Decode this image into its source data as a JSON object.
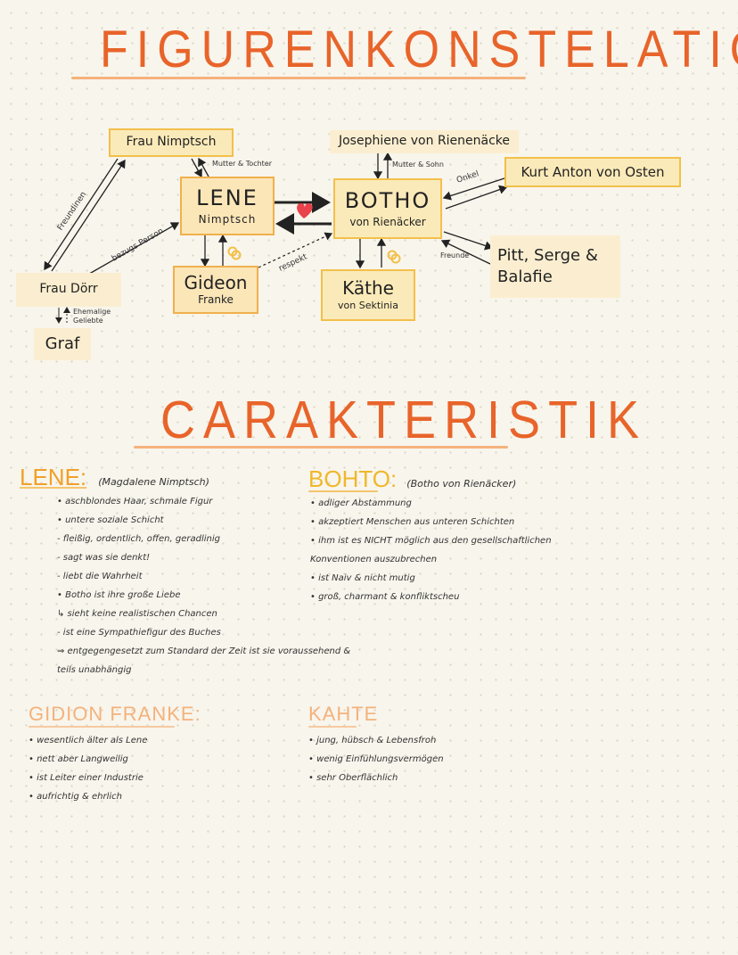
{
  "titles": {
    "figurenkonstellation": "FIGURENKONSTELATIO",
    "charakteristik": "CARAKTERISTIK"
  },
  "nodes": {
    "frau_nimptsch": "Frau Nimptsch",
    "lene_name": "LENE",
    "lene_sub": "Nimptsch",
    "josephine": "Josephiene von Rienenäcke",
    "botho_name": "BOTHO",
    "botho_sub": "von Rienäcker",
    "kurt": "Kurt Anton von Osten",
    "frau_doerr": "Frau Dörr",
    "graf": "Graf",
    "gideon_name": "Gideon",
    "gideon_sub": "Franke",
    "kaethe_name": "Käthe",
    "kaethe_sub": "von Sektinia",
    "pitt": "Pitt, Serge &",
    "pitt2": "Balafie"
  },
  "relations": {
    "mutter_tochter": "Mutter & Tochter",
    "mutter_sohn": "Mutter & Sohn",
    "onkel": "Onkel",
    "freundinen": "Freundinen",
    "bezugsperson": "bezugs Person",
    "respekt": "respekt",
    "freunde": "Freunde",
    "ehemalige": "Ehemalige",
    "geliebte": "Geliebte"
  },
  "sections": {
    "lene": {
      "heading": "LENE:",
      "paren": "(Magdalene Nimptsch)",
      "items": [
        "• aschblondes Haar, schmale Figur",
        "• untere soziale Schicht",
        "- fleißig, ordentlich, offen, geradlinig",
        "- sagt was sie denkt!",
        "- liebt die Wahrheit",
        "• Botho ist ihre große Liebe",
        "↳ sieht keine realistischen Chancen",
        "- ist eine Sympathiefigur des Buches",
        "⇒ entgegengesetzt zum Standard der Zeit ist sie voraussehend &",
        "teils unabhängig"
      ]
    },
    "botho": {
      "heading": "BOHTO:",
      "paren": "(Botho von Rienäcker)",
      "items": [
        "• adliger Abstammung",
        "• akzeptiert Menschen aus unteren Schichten",
        "• ihm ist es NICHT möglich aus den gesellschaftlichen",
        "Konventionen auszubrechen",
        "• ist Naiv & nicht mutig",
        "• groß, charmant & konfliktscheu"
      ]
    },
    "gideon": {
      "heading": "GIDION FRANKE:",
      "items": [
        "• wesentlich älter als Lene",
        "• nett aber Langweilig",
        "• ist Leiter einer Industrie",
        "• aufrichtig & ehrlich"
      ]
    },
    "kaethe": {
      "heading": "KAHTE",
      "items": [
        "• jung, hübsch & Lebensfroh",
        "• wenig Einfühlungsvermögen",
        "• sehr Oberflächlich"
      ]
    }
  },
  "colors": {
    "title": "#e8642a",
    "box_border": "#f2c04a",
    "box_fill": "#fbeab9",
    "heart": "#e8424a"
  }
}
